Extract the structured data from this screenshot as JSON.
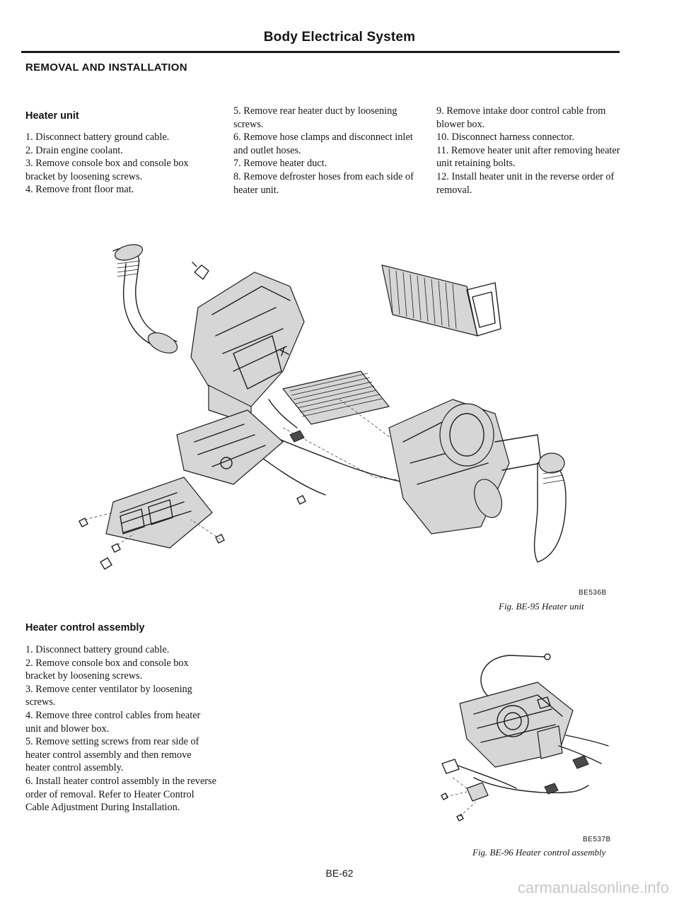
{
  "header": {
    "title": "Body Electrical System"
  },
  "section": {
    "title": "REMOVAL AND INSTALLATION"
  },
  "heater_unit": {
    "heading": "Heater unit",
    "steps_col1": [
      "1. Disconnect battery ground cable.",
      "2. Drain engine coolant.",
      "3. Remove console box and console box bracket by loosening screws.",
      "4. Remove front floor mat."
    ],
    "steps_col2": [
      "5. Remove rear heater duct by loosening screws.",
      "6. Remove hose clamps and disconnect inlet and outlet hoses.",
      "7. Remove heater duct.",
      "8. Remove defroster hoses from each side of heater unit."
    ],
    "steps_col3": [
      "9. Remove intake door control cable from blower box.",
      "10. Disconnect harness connector.",
      "11. Remove heater unit after removing heater unit retaining bolts.",
      "12. Install heater unit in the reverse order of removal."
    ]
  },
  "figure1": {
    "id": "BE536B",
    "caption": "Fig. BE-95 Heater unit"
  },
  "control_assembly": {
    "heading": "Heater control assembly",
    "steps": [
      "1. Disconnect battery ground cable.",
      "2. Remove console box and console box bracket by loosening screws.",
      "3. Remove center ventilator by loosening screws.",
      "4. Remove three control cables from heater unit and blower box.",
      "5. Remove setting screws from rear side of heater control assembly and then remove heater control assembly.",
      "6. Install heater control assembly in the reverse order of removal. Refer to Heater Control Cable Adjustment During Installation."
    ]
  },
  "figure2": {
    "id": "BE537B",
    "caption": "Fig. BE-96 Heater control assembly"
  },
  "footer": {
    "page_number": "BE-62"
  },
  "watermark": "carmanualsonline.info"
}
